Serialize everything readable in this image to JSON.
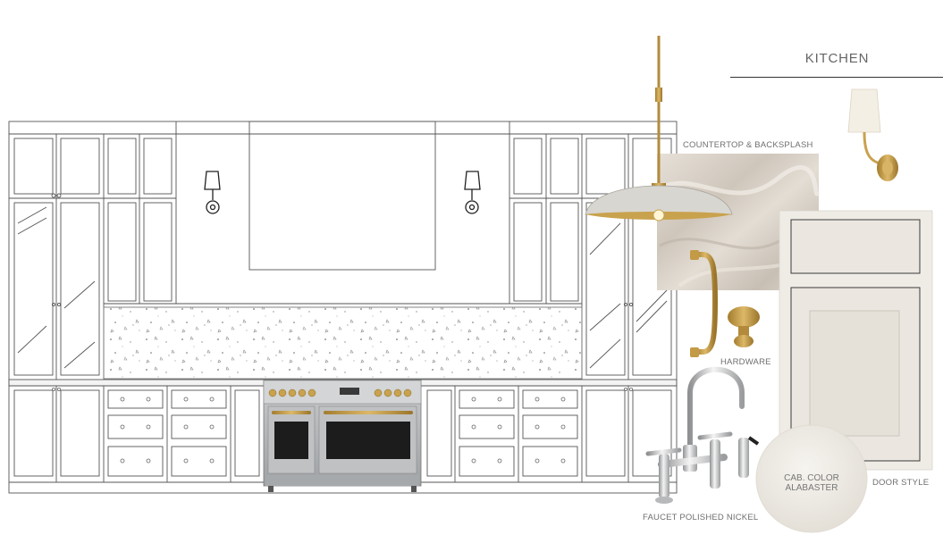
{
  "title": "KITCHEN",
  "labels": {
    "countertop": "COUNTERTOP & BACKSPLASH",
    "hardware": "HARDWARE",
    "door_style": "DOOR STYLE",
    "faucet": "FAUCET  POLISHED NICKEL",
    "cab_color_line1": "CAB. COLOR",
    "cab_color_line2": "ALABASTER"
  },
  "colors": {
    "brass": "#c9a24e",
    "stainless": "#b7b9bb",
    "marble": "#d9d1c7",
    "alabaster": "#eeebe4",
    "line": "#555555"
  }
}
